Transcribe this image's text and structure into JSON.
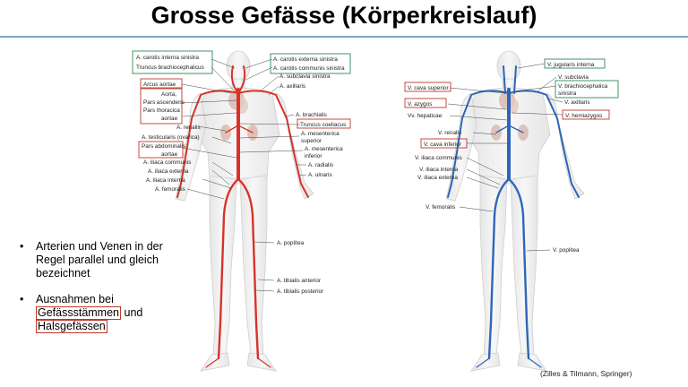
{
  "title": "Grosse Gefässe (Körperkreislauf)",
  "arterial": {
    "labels": [
      "A. carotis interna sinistra",
      "Truncus brachiocephalicus",
      "A. carotis externa sinistra",
      "A. carotis communis sinistra",
      "A. subclavia sinistra",
      "A. axillaris",
      "Arcus aortae",
      "Aorta,",
      "Pars ascendens",
      "Pars thoracica",
      "aortae",
      "A. brachialis",
      "Truncus coeliacus",
      "A. renalis",
      "A. testicularis (ovarica)",
      "A. mesenterica",
      "superior",
      "A. mesenterica",
      "inferior",
      "Pars abdominalis",
      "aortae",
      "A. iliaca communis",
      "A. radialis",
      "A. ulnaris",
      "A. iliaca externa",
      "A. iliaca interna",
      "A. femoralis",
      "A. poplitea",
      "A. tibialis anterior",
      "A. tibialis posterior"
    ]
  },
  "venous": {
    "labels": [
      "V. jugularis interna",
      "V. subclavia",
      "V. brachiocephalica",
      "sinistra",
      "V. cava superior",
      "V. axillaris",
      "V. azygos",
      "V. hemiazygos",
      "Vv. hepaticae",
      "V. renalis",
      "V. cava inferior",
      "V. iliaca communis",
      "V. iliaca interna",
      "V. iliaca externa",
      "V. femoralis",
      "V. poplitea"
    ]
  },
  "bullets": [
    {
      "text": "Arterien und Venen in der Regel parallel und gleich bezeichnet"
    },
    {
      "prefix": "Ausnahmen bei",
      "box1": "Gefässstämmen",
      "middle": " und",
      "box2": "Halsgefässen"
    }
  ],
  "bullet_symbol": "•",
  "credit": "(Zilles & Tilmann, Springer)",
  "colors": {
    "artery": "#d7332b",
    "vein": "#2f66b8",
    "box_red": "#c0392b",
    "box_green": "#2e8b57",
    "rule": "#7fa6c8"
  }
}
